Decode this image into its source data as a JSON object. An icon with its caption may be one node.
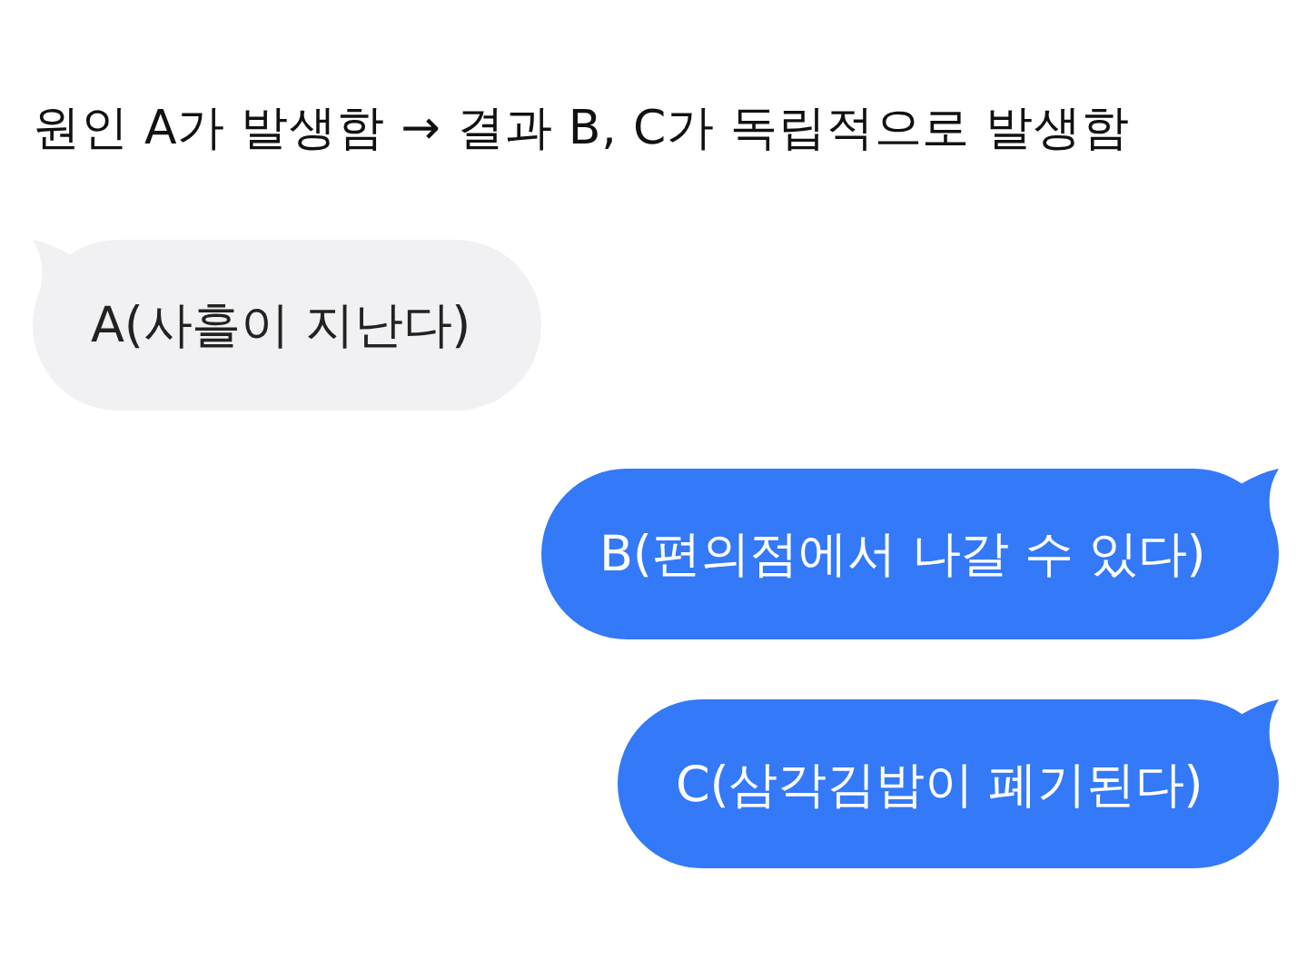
{
  "diagram": {
    "title": "원인 A가 발생함 → 결과 B, C가 독립적으로 발생함",
    "nodes": [
      {
        "text": [
          "A(사흘이 지난다)"
        ]
      },
      {
        "text": [
          "B(편의점에서 나갈 수 있다)"
        ]
      },
      {
        "text": [
          "C(삼각김밥이 폐기된다)"
        ]
      }
    ]
  }
}
